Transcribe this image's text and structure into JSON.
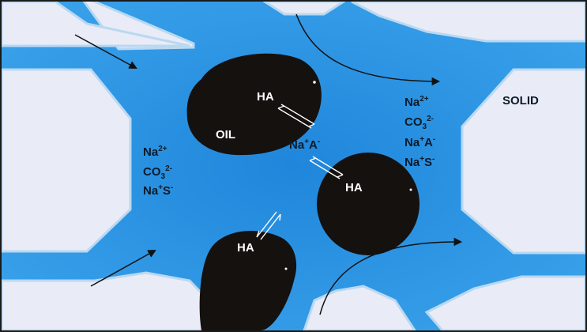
{
  "colors": {
    "water": "#2f9ae6",
    "water_deep": "#1f7fd0",
    "solid": "#e9ecf6",
    "oil": "#15110f",
    "frame": "#1a1a1a",
    "arrow": "#111111"
  },
  "labels": {
    "solid": "SOLID",
    "oil": "OIL",
    "ha_top": "HA",
    "ha_right": "HA",
    "ha_bottom": "HA"
  },
  "left_ions": {
    "l1_base": "Na",
    "l1_sup": "2+",
    "l2_base": "CO",
    "l2_sub": "3",
    "l2_sup": "2-",
    "l3_base": "Na",
    "l3_sup": "+",
    "l3_base2": "S",
    "l3_sup2": "-"
  },
  "center_ion": {
    "base": "Na",
    "sup": "+",
    "base2": "A",
    "sup2": "-"
  },
  "right_ions": {
    "l1_base": "Na",
    "l1_sup": "2+",
    "l2_base": "CO",
    "l2_sub": "3",
    "l2_sup": "2-",
    "l3_base": "Na",
    "l3_sup": "+",
    "l3_base2": "A",
    "l3_sup2": "-",
    "l4_base": "Na",
    "l4_sup": "+",
    "l4_base2": "S",
    "l4_sup2": "-"
  }
}
